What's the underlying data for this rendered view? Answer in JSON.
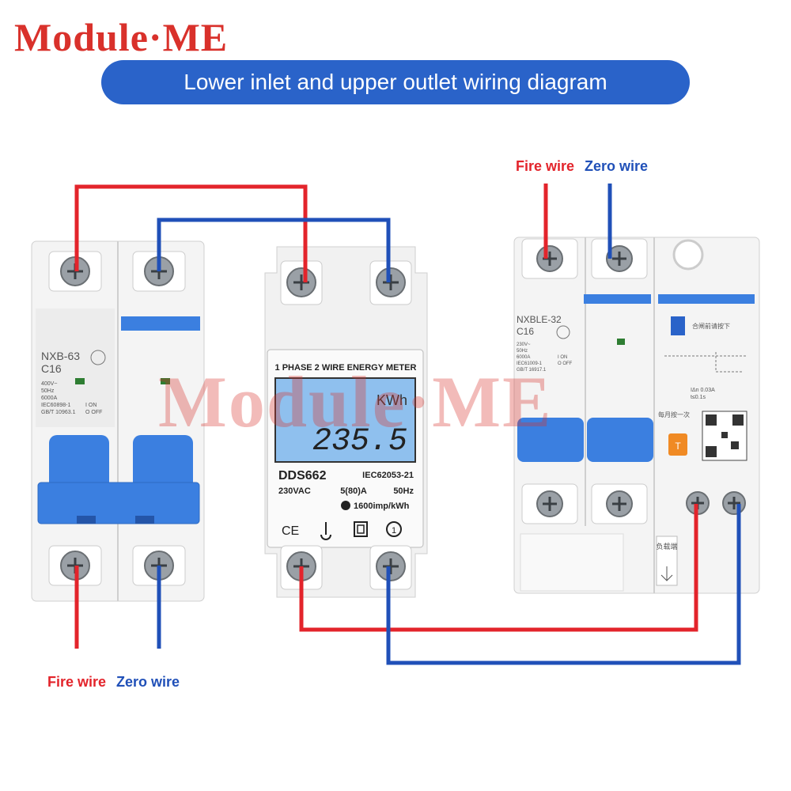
{
  "brand": {
    "name": "Module·ME"
  },
  "banner": {
    "title": "Lower inlet and upper outlet wiring diagram"
  },
  "watermark": {
    "text": "Module·ME"
  },
  "legend_top": {
    "fire": "Fire wire",
    "zero": "Zero wire"
  },
  "legend_bottom": {
    "fire": "Fire wire",
    "zero": "Zero wire"
  },
  "colors": {
    "fire": "#e3242b",
    "zero": "#2050b8",
    "device_blue": "#3b7fe0",
    "banner": "#2a63c9",
    "brand": "#d9312b"
  },
  "breaker_left": {
    "model": "NXB-63",
    "rating": "C16",
    "specs": [
      "400V~",
      "50Hz",
      "6000A",
      "IEC60898-1",
      "GB/T 10963.1"
    ],
    "on_off": [
      "I ON",
      "O OFF"
    ]
  },
  "meter": {
    "header": "1 PHASE 2 WIRE ENERGY METER",
    "unit": "KWh",
    "reading": "235.5",
    "model": "DDS662",
    "standard": "IEC62053-21",
    "voltage": "230VAC",
    "current": "5(80)A",
    "frequency": "50Hz",
    "impulse": "1600imp/kWh",
    "ce": "CE"
  },
  "breaker_right": {
    "model": "NXBLE-32",
    "rating": "C16",
    "specs": [
      "230V~",
      "50Hz",
      "6000A",
      "IEC61009-1",
      "GB/T 16917.1"
    ],
    "on_off": [
      "I ON",
      "O OFF"
    ],
    "test_note": "合闸前请按下",
    "monthly_note": "每月按一次",
    "test_key": "T",
    "residual": [
      "IΔn 0.03A",
      "t≤0.1s"
    ],
    "load_side": "负载端"
  }
}
